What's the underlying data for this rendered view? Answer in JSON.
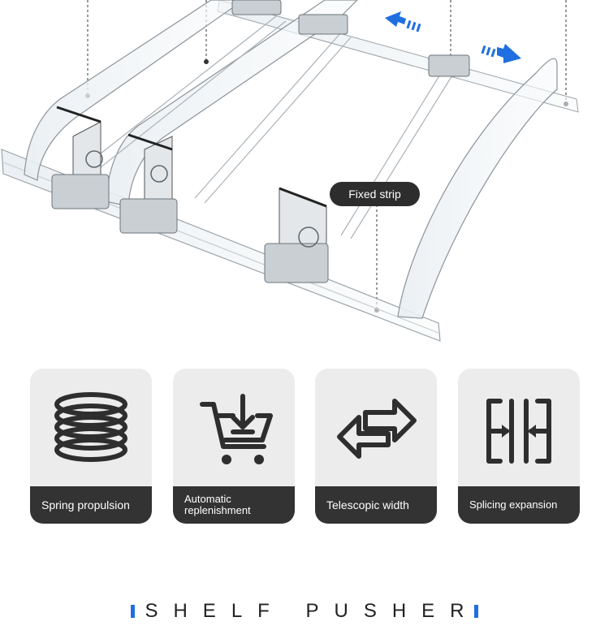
{
  "callout": {
    "label": "Fixed strip"
  },
  "features": [
    {
      "label": "Spring propulsion",
      "icon": "spring-coil-icon"
    },
    {
      "label": "Automatic replenishment",
      "icon": "shopping-cart-download-icon"
    },
    {
      "label": "Telescopic width",
      "icon": "bidirectional-arrows-icon"
    },
    {
      "label": "Splicing expansion",
      "icon": "compress-arrows-icon"
    }
  ],
  "title": "SHELF PUSHER",
  "colors": {
    "accent_blue": "#1f6fe0",
    "caption_bg": "#333333",
    "card_bg": "#ececec"
  }
}
